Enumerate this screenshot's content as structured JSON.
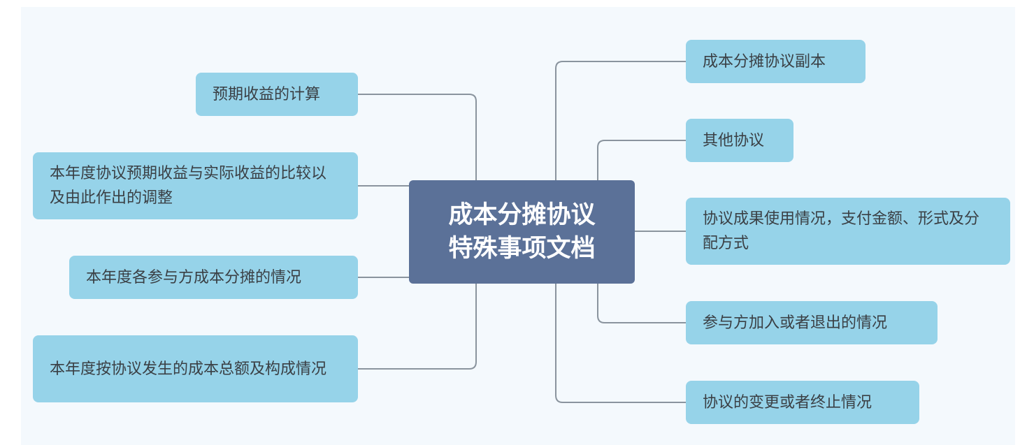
{
  "center": {
    "line1": "成本分摊协议",
    "line2": "特殊事项文档"
  },
  "left_nodes": [
    {
      "label": "预期收益的计算"
    },
    {
      "label": "本年度协议预期收益与实际收益的比较以及由此作出的调整"
    },
    {
      "label": "本年度各参与方成本分摊的情况"
    },
    {
      "label": "本年度按协议发生的成本总额及构成情况"
    }
  ],
  "right_nodes": [
    {
      "label": "成本分摊协议副本"
    },
    {
      "label": "其他协议"
    },
    {
      "label": "协议成果使用情况，支付金额、形式及分配方式"
    },
    {
      "label": "参与方加入或者退出的情况"
    },
    {
      "label": "协议的变更或者终止情况"
    }
  ],
  "colors": {
    "node_fill": "#96d3e9",
    "center_fill": "#5b7198",
    "connector": "#8a949e",
    "background": "#f4f9fd"
  }
}
